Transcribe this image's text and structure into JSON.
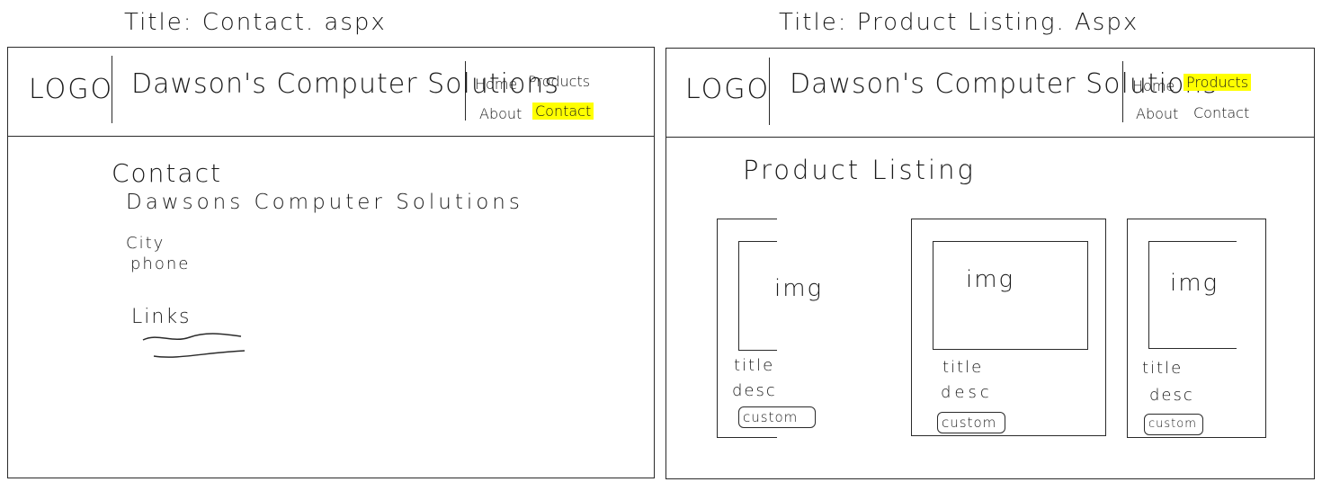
{
  "contact_page": {
    "caption": "Title: Contact. aspx",
    "header": {
      "logo": "LOGO",
      "site_name": "Dawson's Computer Solutions",
      "nav": {
        "home": "Home",
        "products": "Products",
        "about": "About",
        "contact": "Contact"
      },
      "active": "contact"
    },
    "content": {
      "heading": "Contact",
      "company": "Dawsons Computer Solutions",
      "city": "City",
      "phone": "phone",
      "links_label": "Links"
    }
  },
  "product_page": {
    "caption": "Title: Product Listing. Aspx",
    "header": {
      "logo": "LOGO",
      "site_name": "Dawson's Computer Solutions",
      "nav": {
        "home": "Home",
        "products": "Products",
        "about": "About",
        "contact": "Contact"
      },
      "active": "products"
    },
    "content": {
      "heading": "Product Listing",
      "cards": [
        {
          "img": "img",
          "title": "title",
          "desc": "desc",
          "button": "custom"
        },
        {
          "img": "img",
          "title": "title",
          "desc": "desc",
          "button": "custom"
        },
        {
          "img": "img",
          "title": "title",
          "desc": "desc",
          "button": "custom"
        }
      ]
    }
  },
  "highlight_color": "#ffff00"
}
